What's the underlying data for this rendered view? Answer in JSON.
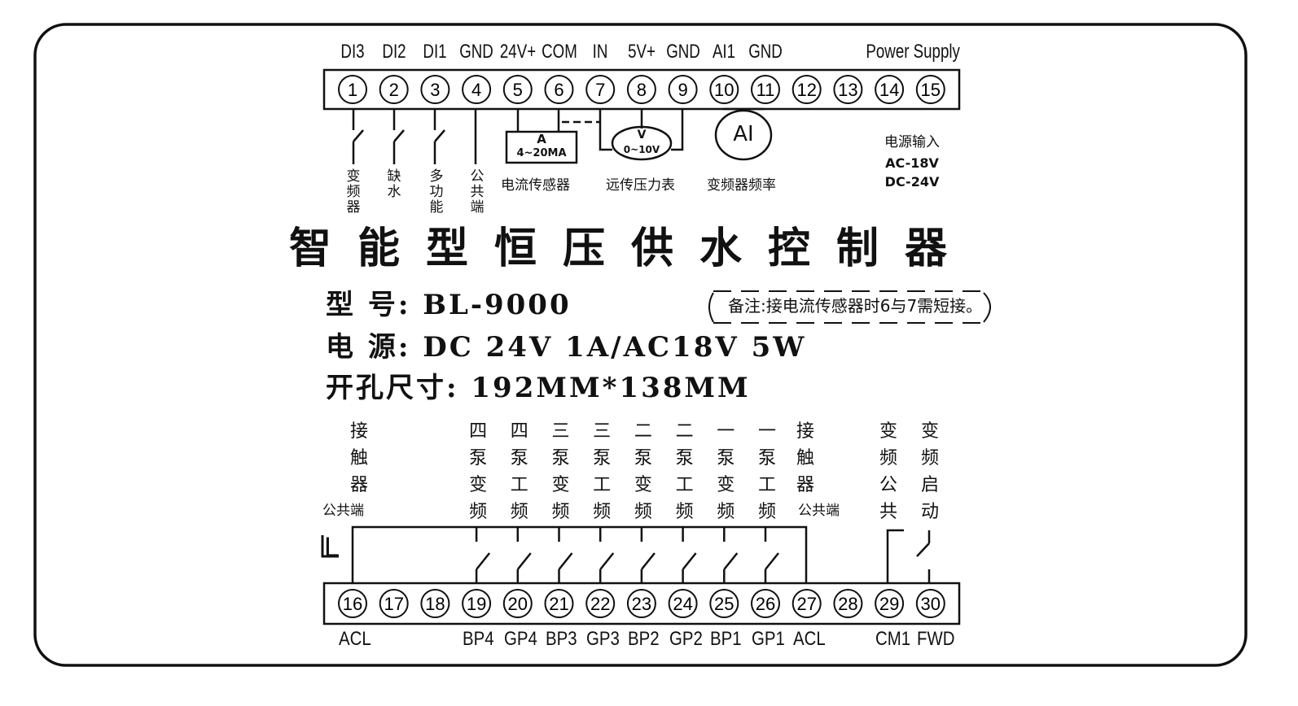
{
  "top_labels": [
    "DI3",
    "DI2",
    "DI1",
    "GND",
    "24V+",
    "COM",
    "IN",
    "5V+",
    "GND",
    "AI1",
    "GND",
    "",
    "",
    "Power Supply",
    ""
  ],
  "top_terminals": [
    "1",
    "2",
    "3",
    "4",
    "5",
    "6",
    "7",
    "8",
    "9",
    "10",
    "11",
    "12",
    "13",
    "14",
    "15"
  ],
  "bottom_terminals": [
    "16",
    "17",
    "18",
    "19",
    "20",
    "21",
    "22",
    "23",
    "24",
    "25",
    "26",
    "27",
    "28",
    "29",
    "30"
  ],
  "bottom_labels": [
    "ACL",
    "",
    "",
    "BP4",
    "GP4",
    "BP3",
    "GP3",
    "BP2",
    "GP2",
    "BP1",
    "GP1",
    "ACL",
    "",
    "CM1",
    "FWD"
  ],
  "top_inputs": {
    "vfd": "变频器",
    "water_shortage": "缺水",
    "multi_function": "多功能",
    "common": "公共端"
  },
  "current_sensor": {
    "symbol": "A",
    "range": "4~20MA",
    "label": "电流传感器"
  },
  "pressure_gauge": {
    "symbol": "V",
    "range": "0~10V",
    "label": "远传压力表"
  },
  "ai_input": {
    "symbol": "AI",
    "label": "变频器频率"
  },
  "power_input": {
    "label": "电源输入",
    "ac": "AC-18V",
    "dc": "DC-24V"
  },
  "title": "智能型恒压供水控制器",
  "spec": {
    "model": "型 号: BL-9000",
    "power": "电 源: DC 24V 1A/AC18V 5W",
    "cutout": "开孔尺寸: 192MM*138MM"
  },
  "note": "备注:接电流传感器时6与7需短接。",
  "bottom_descriptions": {
    "contactor_common_left": "接触器",
    "contactor_common_left_suffix": "公共端",
    "pump4_vfd": "四泵变频",
    "pump4_line": "四泵工频",
    "pump3_vfd": "三泵变频",
    "pump3_line": "三泵工频",
    "pump2_vfd": "二泵变频",
    "pump2_line": "二泵工频",
    "pump1_vfd": "一泵变频",
    "pump1_line": "一泵工频",
    "contactor_common_right": "接触器",
    "contactor_common_right_suffix": "公共端",
    "vfd_common": "变频公共",
    "vfd_start": "变频启动"
  },
  "line_marker": "L"
}
